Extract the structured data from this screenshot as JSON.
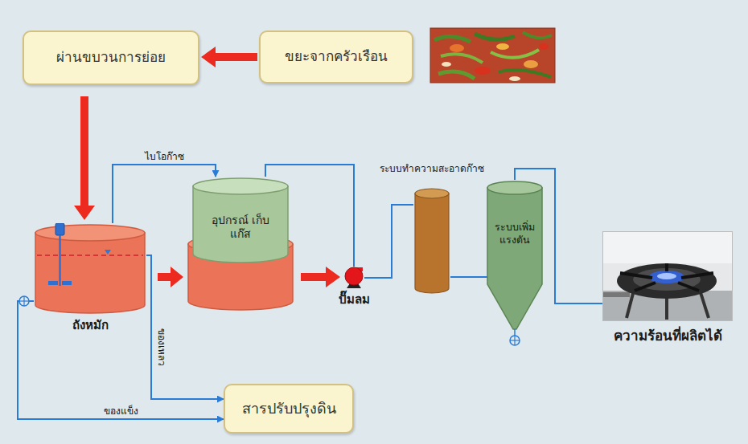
{
  "diagram": {
    "nodes": [
      {
        "text": [
          "ผ่านขบวนการย่อย"
        ]
      },
      {
        "text": [
          "ขยะจากครัวเรือน"
        ]
      },
      {
        "text": [
          "ถังหมัก"
        ]
      },
      {
        "text": [
          "อุปกรณ์ เก็บแก๊ส"
        ]
      },
      {
        "text": [
          "ปั๊มลม"
        ]
      },
      {
        "text": [
          "ระบบทำความสะอาดก๊าซ"
        ]
      },
      {
        "text": [
          "ระบบเพิ่ม แรงดัน"
        ]
      },
      {
        "text": [
          "ความร้อนที่ผลิตได้"
        ]
      },
      {
        "text": [
          "สารปรับปรุงดิน"
        ]
      }
    ],
    "edges": [
      {
        "from": 1,
        "to": 0,
        "arrow": "to"
      },
      {
        "from": 0,
        "to": 2,
        "arrow": "to"
      },
      {
        "from": 2,
        "to": 3,
        "label": "ไบโอก๊าซ",
        "arrow": "to"
      },
      {
        "from": 2,
        "to": 3,
        "arrow": "to"
      },
      {
        "from": 3,
        "to": 4,
        "arrow": "to"
      },
      {
        "from": 3,
        "to": 4,
        "arrow": "none"
      },
      {
        "from": 4,
        "to": 5,
        "arrow": "none"
      },
      {
        "from": 5,
        "to": 6,
        "arrow": "none"
      },
      {
        "from": 6,
        "to": 7,
        "arrow": "none"
      },
      {
        "from": 2,
        "to": 8,
        "label": "ของเหลว",
        "arrow": "to"
      },
      {
        "from": 2,
        "to": 8,
        "label": "ของแข็ง",
        "arrow": "to"
      }
    ]
  }
}
